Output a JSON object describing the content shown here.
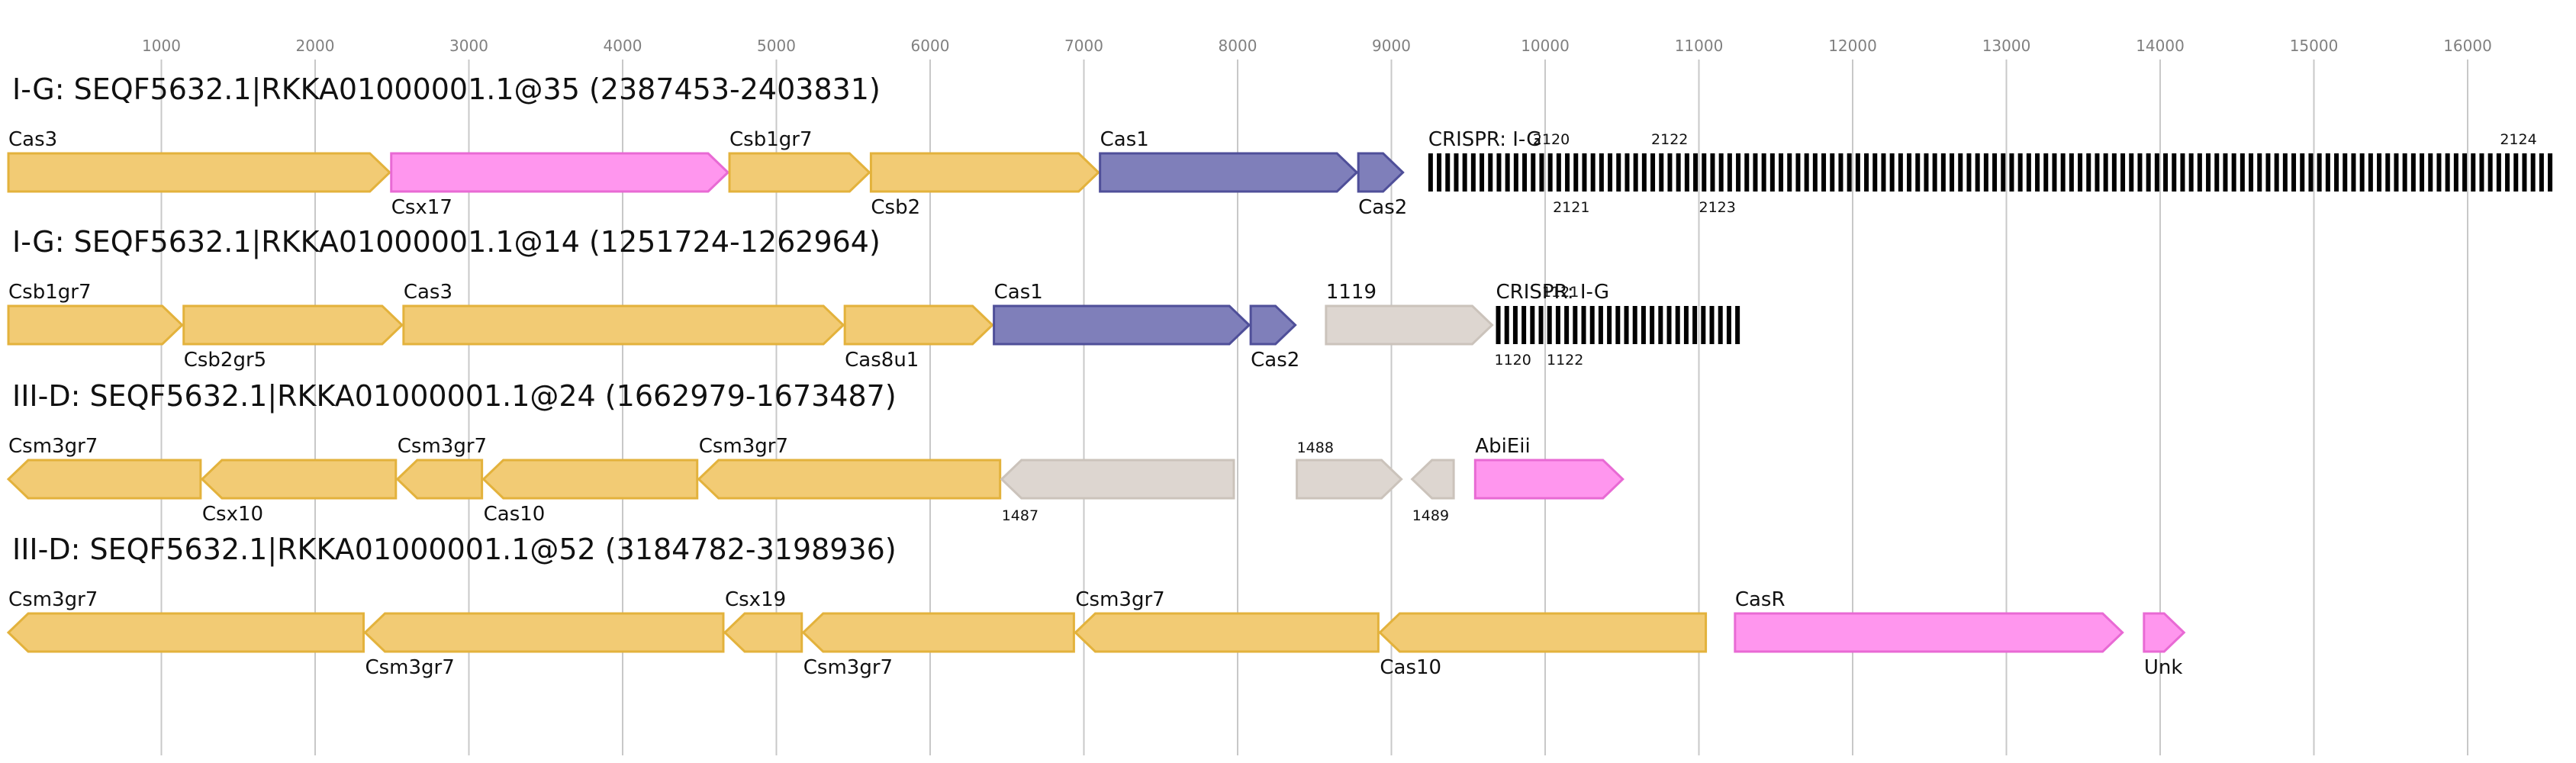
{
  "colors": {
    "yellow_fill": "#f2cb74",
    "yellow_stroke": "#e3b23c",
    "pink_fill": "#ff96ee",
    "pink_stroke": "#e86ad4",
    "blue_fill": "#7f7fba",
    "blue_stroke": "#4f4f99",
    "grey_fill": "#ddd6d0",
    "grey_stroke": "#cbc3bb",
    "crispr": "#000000"
  },
  "axis": {
    "ticks": [
      "1000",
      "2000",
      "3000",
      "4000",
      "5000",
      "6000",
      "7000",
      "8000",
      "9000",
      "10000",
      "11000",
      "12000",
      "13000",
      "14000",
      "15000",
      "16000"
    ]
  },
  "loci": [
    {
      "title": "I-G: SEQF5632.1|RKKA01000001.1@35 (2387453-2403831)",
      "genes": [
        {
          "label": "Cas3",
          "start": 0,
          "end": 2490,
          "strand": "+",
          "color": "yellow",
          "label_pos": "above"
        },
        {
          "label": "Csx17",
          "start": 2490,
          "end": 4690,
          "strand": "+",
          "color": "pink",
          "label_pos": "below"
        },
        {
          "label": "Csb1gr7",
          "start": 4690,
          "end": 5610,
          "strand": "+",
          "color": "yellow",
          "label_pos": "above"
        },
        {
          "label": "Csb2",
          "start": 5610,
          "end": 7100,
          "strand": "+",
          "color": "yellow",
          "label_pos": "below"
        },
        {
          "label": "Cas1",
          "start": 7100,
          "end": 8780,
          "strand": "+",
          "color": "blue",
          "label_pos": "above"
        },
        {
          "label": "Cas2",
          "start": 8780,
          "end": 9080,
          "strand": "+",
          "color": "blue",
          "label_pos": "below"
        }
      ],
      "crispr": {
        "label": "CRISPR: I-G",
        "start": 9240,
        "end": 16550
      },
      "small_labels": [
        {
          "text": "2120",
          "pos": 9920,
          "where": "above"
        },
        {
          "text": "2122",
          "pos": 10690,
          "where": "above"
        },
        {
          "text": "2124",
          "pos": 16210,
          "where": "above"
        },
        {
          "text": "2121",
          "pos": 10050,
          "where": "below"
        },
        {
          "text": "2123",
          "pos": 11000,
          "where": "below"
        }
      ]
    },
    {
      "title": "I-G: SEQF5632.1|RKKA01000001.1@14 (1251724-1262964)",
      "genes": [
        {
          "label": "Csb1gr7",
          "start": 0,
          "end": 1140,
          "strand": "+",
          "color": "yellow",
          "label_pos": "above"
        },
        {
          "label": "Csb2gr5",
          "start": 1140,
          "end": 2570,
          "strand": "+",
          "color": "yellow",
          "label_pos": "below"
        },
        {
          "label": "Cas3",
          "start": 2570,
          "end": 5440,
          "strand": "+",
          "color": "yellow",
          "label_pos": "above"
        },
        {
          "label": "Cas8u1",
          "start": 5440,
          "end": 6410,
          "strand": "+",
          "color": "yellow",
          "label_pos": "below"
        },
        {
          "label": "Cas1",
          "start": 6410,
          "end": 8080,
          "strand": "+",
          "color": "blue",
          "label_pos": "above"
        },
        {
          "label": "Cas2",
          "start": 8080,
          "end": 8380,
          "strand": "+",
          "color": "blue",
          "label_pos": "below"
        }
      ],
      "others": [
        {
          "label": "1119",
          "start": 8570,
          "end": 9660,
          "strand": "+",
          "color": "grey",
          "label_pos": "above"
        }
      ],
      "crispr": {
        "label": "CRISPR: I-G",
        "start": 9680,
        "end": 11240
      },
      "small_labels": [
        {
          "text": "1121",
          "pos": 9980,
          "where": "above"
        },
        {
          "text": "1120",
          "pos": 9670,
          "where": "below"
        },
        {
          "text": "1122",
          "pos": 10010,
          "where": "below"
        }
      ]
    },
    {
      "title": "III-D: SEQF5632.1|RKKA01000001.1@24 (1662979-1673487)",
      "genes": [
        {
          "label": "Csm3gr7",
          "start": 0,
          "end": 1260,
          "strand": "-",
          "color": "yellow",
          "label_pos": "above"
        },
        {
          "label": "Csx10",
          "start": 1260,
          "end": 2530,
          "strand": "-",
          "color": "yellow",
          "label_pos": "below"
        },
        {
          "label": "Csm3gr7",
          "start": 2530,
          "end": 3090,
          "strand": "-",
          "color": "yellow",
          "label_pos": "above"
        },
        {
          "label": "Cas10",
          "start": 3090,
          "end": 4490,
          "strand": "-",
          "color": "yellow",
          "label_pos": "below"
        },
        {
          "label": "Csm3gr7",
          "start": 4490,
          "end": 6460,
          "strand": "-",
          "color": "yellow",
          "label_pos": "above"
        },
        {
          "label": "1487",
          "start": 6460,
          "end": 7980,
          "strand": "-",
          "color": "grey",
          "label_pos": "below",
          "small": true
        },
        {
          "label": "1488",
          "start": 8380,
          "end": 9070,
          "strand": "+",
          "color": "grey",
          "label_pos": "above",
          "small": true
        },
        {
          "label": "1489",
          "start": 9130,
          "end": 9410,
          "strand": "-",
          "color": "grey",
          "label_pos": "below",
          "small": true
        },
        {
          "label": "AbiEii",
          "start": 9540,
          "end": 10510,
          "strand": "+",
          "color": "pink",
          "label_pos": "above"
        }
      ]
    },
    {
      "title": "III-D: SEQF5632.1|RKKA01000001.1@52 (3184782-3198936)",
      "genes": [
        {
          "label": "Csm3gr7",
          "start": 0,
          "end": 2320,
          "strand": "-",
          "color": "yellow",
          "label_pos": "above"
        },
        {
          "label": "Csm3gr7",
          "start": 2320,
          "end": 4660,
          "strand": "-",
          "color": "yellow",
          "label_pos": "below"
        },
        {
          "label": "Csx19",
          "start": 4660,
          "end": 5170,
          "strand": "-",
          "color": "yellow",
          "label_pos": "above"
        },
        {
          "label": "Csm3gr7",
          "start": 5170,
          "end": 6940,
          "strand": "-",
          "color": "yellow",
          "label_pos": "below"
        },
        {
          "label": "Csm3gr7",
          "start": 6940,
          "end": 8920,
          "strand": "-",
          "color": "yellow",
          "label_pos": "above"
        },
        {
          "label": "Cas10",
          "start": 8920,
          "end": 11050,
          "strand": "-",
          "color": "yellow",
          "label_pos": "below"
        },
        {
          "label": "CasR",
          "start": 11230,
          "end": 13760,
          "strand": "+",
          "color": "pink",
          "label_pos": "above"
        },
        {
          "label": "Unk",
          "start": 13890,
          "end": 14160,
          "strand": "+",
          "color": "pink",
          "label_pos": "below"
        }
      ]
    }
  ]
}
